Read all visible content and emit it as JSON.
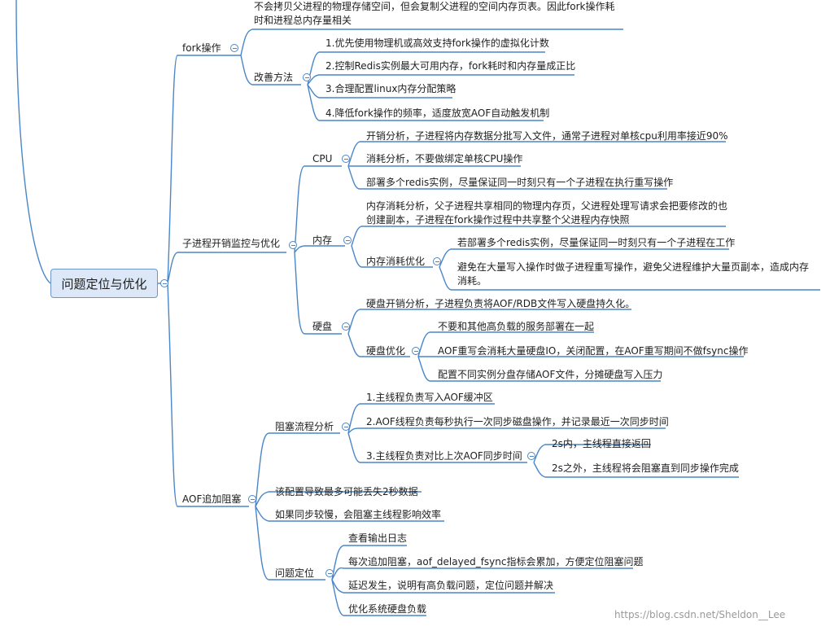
{
  "root": {
    "label": "问题定位与优化"
  },
  "fork": {
    "label": "fork操作",
    "desc": "不会拷贝父进程的物理存储空间，但会复制父进程的空间内存页表。因此fork操作耗时和进程总内存量相关",
    "improve": {
      "label": "改善方法",
      "items": [
        "1.优先使用物理机或高效支持fork操作的虚拟化计数",
        "2.控制Redis实例最大可用内存，fork耗时和内存量成正比",
        "3.合理配置linux内存分配策略",
        "4.降低fork操作的频率，适度放宽AOF自动触发机制"
      ]
    }
  },
  "child": {
    "label": "子进程开销监控与优化",
    "cpu": {
      "label": "CPU",
      "items": [
        "开销分析，子进程将内存数据分批写入文件，通常子进程对单核cpu利用率接近90%",
        "消耗分析，不要做绑定单核CPU操作",
        "部署多个redis实例，尽量保证同一时刻只有一个子进程在执行重写操作"
      ]
    },
    "memory": {
      "label": "内存",
      "analysis": "内存消耗分析，父子进程共享相同的物理内存页，父进程处理写请求会把要修改的也创建副本，子进程在fork操作过程中共享整个父进程内存快照",
      "opt": {
        "label": "内存消耗优化",
        "items": [
          "若部署多个redis实例，尽量保证同一时刻只有一个子进程在工作",
          "避免在大量写入操作时做子进程重写操作，避免父进程维护大量页副本，造成内存消耗。"
        ]
      }
    },
    "disk": {
      "label": "硬盘",
      "analysis": "硬盘开销分析，子进程负责将AOF/RDB文件写入硬盘持久化。",
      "opt": {
        "label": "硬盘优化",
        "items": [
          "不要和其他高负载的服务部署在一起",
          "AOF重写会消耗大量硬盘IO，关闭配置，在AOF重写期间不做fsync操作",
          "配置不同实例分盘存储AOF文件，分摊硬盘写入压力"
        ]
      }
    }
  },
  "aof": {
    "label": "AOF追加阻塞",
    "flow": {
      "label": "阻塞流程分析",
      "step1": "1.主线程负责写入AOF缓冲区",
      "step2": "2.AOF线程负责每秒执行一次同步磁盘操作，并记录最近一次同步时间",
      "step3": {
        "label": "3.主线程负责对比上次AOF同步时间",
        "items": [
          "2s内，主线程直接返回",
          "2s之外，主线程将会阻塞直到同步操作完成"
        ]
      }
    },
    "note1": "该配置导致最多可能丢失2秒数据",
    "note2": "如果同步较慢，会阻塞主线程影响效率",
    "locate": {
      "label": "问题定位",
      "items": [
        "查看输出日志",
        "每次追加阻塞，aof_delayed_fsync指标会累加，方便定位阻塞问题",
        "延迟发生，说明有高负载问题，定位问题并解决",
        "优化系统硬盘负载"
      ]
    }
  },
  "watermark": "https://blog.csdn.net/Sheldon__Lee",
  "colors": {
    "line": "#4a86c8",
    "root_fill": "#dce8f7",
    "root_border": "#6f96c8"
  }
}
